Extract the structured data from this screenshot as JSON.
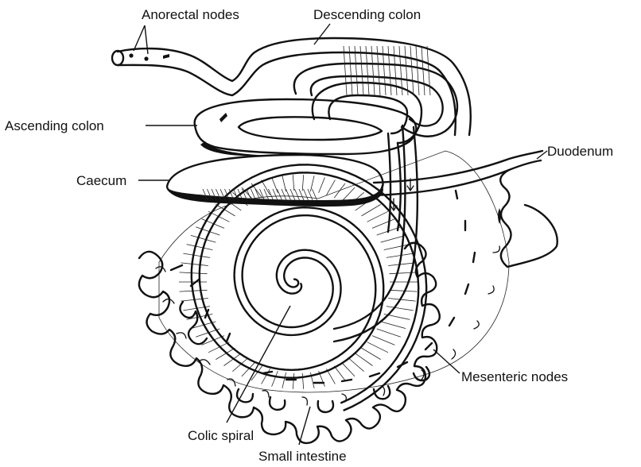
{
  "labels": {
    "anorectal_nodes": "Anorectal nodes",
    "descending_colon": "Descending colon",
    "ascending_colon": "Ascending colon",
    "caecum": "Caecum",
    "duodenum": "Duodenum",
    "mesenteric_nodes": "Mesenteric nodes",
    "colic_spiral": "Colic spiral",
    "small_intestine": "Small intestine"
  },
  "colors": {
    "ink": "#111111",
    "background": "#ffffff"
  }
}
